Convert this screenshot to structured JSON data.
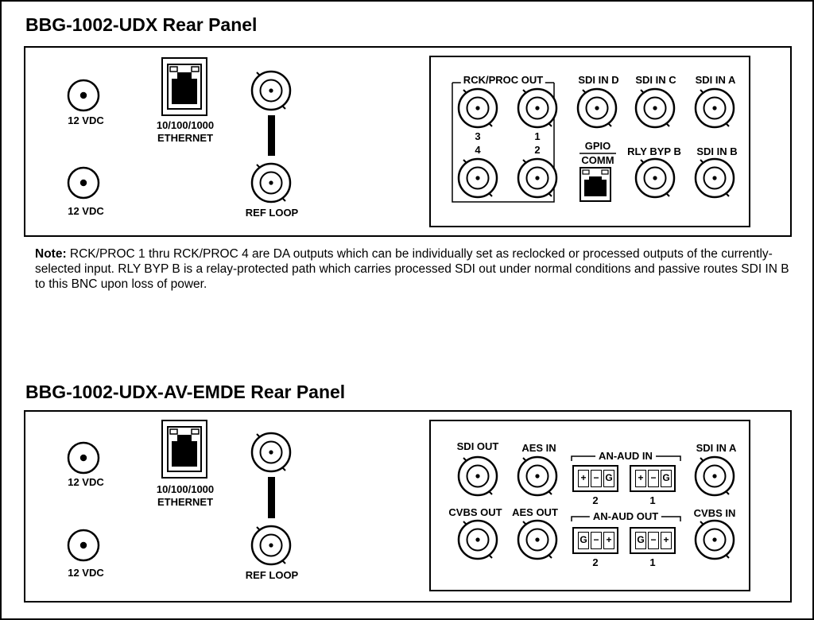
{
  "panel1": {
    "title": "BBG-1002-UDX Rear Panel",
    "labels": {
      "vdc_top": "12 VDC",
      "vdc_bottom": "12 VDC",
      "ethernet_line1": "10/100/1000",
      "ethernet_line2": "ETHERNET",
      "ref_loop": "REF LOOP",
      "rck_proc_out": "RCK/PROC OUT",
      "rck_3": "3",
      "rck_1": "1",
      "rck_4": "4",
      "rck_2": "2",
      "sdi_in_d": "SDI IN D",
      "sdi_in_c": "SDI IN C",
      "sdi_in_a": "SDI IN A",
      "gpio": "GPIO",
      "comm": "COMM",
      "rly_byp_b": "RLY BYP B",
      "sdi_in_b": "SDI IN B"
    }
  },
  "note": {
    "prefix": "Note:",
    "text": " RCK/PROC 1 thru RCK/PROC 4 are DA outputs which can be individually set as reclocked or processed outputs of the currently-selected input. RLY BYP B is a relay-protected path which carries processed SDI out under normal conditions and passive routes SDI IN B to this BNC upon loss of power."
  },
  "panel2": {
    "title": "BBG-1002-UDX-AV-EMDE Rear Panel",
    "labels": {
      "vdc_top": "12 VDC",
      "vdc_bottom": "12 VDC",
      "ethernet_line1": "10/100/1000",
      "ethernet_line2": "ETHERNET",
      "ref_loop": "REF LOOP",
      "sdi_out": "SDI OUT",
      "aes_in": "AES IN",
      "an_aud_in": "AN-AUD IN",
      "sdi_in_a": "SDI IN A",
      "cvbs_out": "CVBS OUT",
      "aes_out": "AES OUT",
      "an_aud_out": "AN-AUD OUT",
      "cvbs_in": "CVBS IN",
      "in_2": "2",
      "in_1": "1",
      "out_2": "2",
      "out_1": "1",
      "pins_in": [
        "+",
        "−",
        "G"
      ],
      "pins_out": [
        "G",
        "−",
        "+"
      ]
    }
  }
}
